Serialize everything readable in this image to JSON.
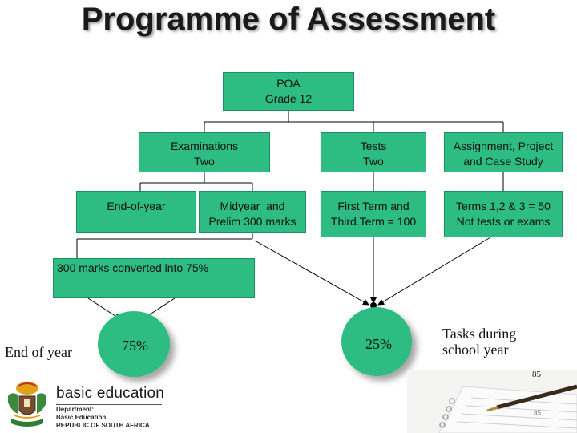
{
  "title": "Programme of Assessment",
  "boxes": {
    "poa": {
      "line1": "POA",
      "line2": "Grade 12"
    },
    "examinations": {
      "line1": "Examinations",
      "line2": "Two"
    },
    "tests": {
      "line1": "Tests",
      "line2": "Two"
    },
    "assignment": {
      "line1": "Assignment, Project",
      "line2": "and Case Study"
    },
    "end_of_year": {
      "line1": "End-of-year"
    },
    "midyear": {
      "line1": "Midyear  and",
      "line2": "Prelim 300 marks"
    },
    "first_term": {
      "line1": "First Term and",
      "line2": "Third.Term = 100"
    },
    "terms": {
      "line1": "Terms 1,2 & 3 = 50",
      "line2": "Not tests or exams"
    },
    "converted": {
      "line1": "300 marks converted into 75%"
    }
  },
  "circles": {
    "left_pct": "75%",
    "right_pct": "25%"
  },
  "labels": {
    "end_of_year": "End of year",
    "tasks_line1": "Tasks during",
    "tasks_line2": "school year"
  },
  "footer": {
    "brand": "basic education",
    "dept_line1": "Department:",
    "dept_line2": "Basic Education",
    "dept_line3": "REPUBLIC OF SOUTH AFRICA",
    "page_number": "85",
    "page_number_small": "85"
  },
  "colors": {
    "box_fill": "#2dbd83",
    "connector": "#000000"
  }
}
